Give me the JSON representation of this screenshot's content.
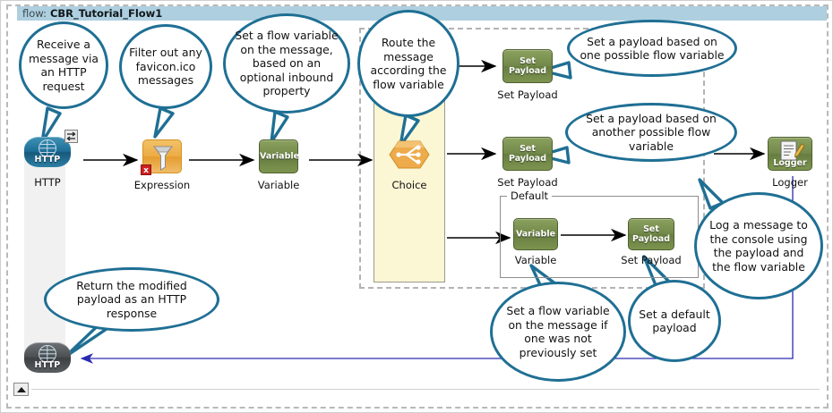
{
  "window": {
    "title_key": "flow:",
    "title_value": "CBR_Tutorial_Flow1"
  },
  "palette": {
    "titlebar_bg": "#aecfdf",
    "bubble_stroke": "#1f6f94",
    "green_node": "#71884a",
    "orange_node": "#edab44",
    "http_blue": "#1d6e96",
    "http_grey": "#4b4f52",
    "choice_bg": "#fbf6d4",
    "return_arrow": "#2b2bb0",
    "dashed_border": "#b3b3b3"
  },
  "scopes": [
    {
      "name": "default-scope",
      "label": "Default"
    }
  ],
  "nodes": [
    {
      "id": "http-in",
      "label": "HTTP",
      "inner_text": "HTTP",
      "type": "http-endpoint"
    },
    {
      "id": "expression",
      "label": "Expression",
      "inner_text": "",
      "type": "filter"
    },
    {
      "id": "variable",
      "label": "Variable",
      "inner_text": "Variable",
      "type": "variable"
    },
    {
      "id": "choice",
      "label": "Choice",
      "inner_text": "",
      "type": "router"
    },
    {
      "id": "setpayload-1",
      "label": "Set Payload",
      "inner_text": "Set\nPayload",
      "type": "set-payload"
    },
    {
      "id": "setpayload-2",
      "label": "Set Payload",
      "inner_text": "Set\nPayload",
      "type": "set-payload"
    },
    {
      "id": "variable-2",
      "label": "Variable",
      "inner_text": "Variable",
      "type": "variable"
    },
    {
      "id": "setpayload-3",
      "label": "Set Payload",
      "inner_text": "Set\nPayload",
      "type": "set-payload"
    },
    {
      "id": "logger",
      "label": "Logger",
      "inner_text": "Logger",
      "type": "logger"
    },
    {
      "id": "http-out",
      "label": "",
      "inner_text": "HTTP",
      "type": "http-endpoint"
    }
  ],
  "node_labels": {
    "http_in": "HTTP",
    "expression": "Expression",
    "variable": "Variable",
    "choice": "Choice",
    "set_payload_1": "Set Payload",
    "set_payload_2": "Set Payload",
    "variable_2": "Variable",
    "set_payload_3": "Set Payload",
    "logger": "Logger"
  },
  "node_inner": {
    "http_in": "HTTP",
    "http_out": "HTTP",
    "variable": "Variable",
    "variable_2": "Variable",
    "set_payload_a": "Set",
    "set_payload_b": "Payload",
    "logger": "Logger"
  },
  "callouts": [
    {
      "name": "callout-http-request",
      "text": "Receive a message via an HTTP request"
    },
    {
      "name": "callout-filter",
      "text": "Filter out any favicon.ico messages"
    },
    {
      "name": "callout-set-variable",
      "text": "Set a flow variable on the message, based on an optional inbound property"
    },
    {
      "name": "callout-route",
      "text": "Route the message according the flow variable"
    },
    {
      "name": "callout-payload-one",
      "text": "Set a payload based on one possible flow variable"
    },
    {
      "name": "callout-payload-other",
      "text": "Set a payload based on another possible flow variable"
    },
    {
      "name": "callout-logger",
      "text": "Log a message to the console using the payload and the flow variable"
    },
    {
      "name": "callout-default-var",
      "text": "Set a flow variable on the message if one was not previously set"
    },
    {
      "name": "callout-default-payload",
      "text": "Set a default payload"
    },
    {
      "name": "callout-http-response",
      "text": "Return the modified payload as an HTTP response"
    }
  ]
}
